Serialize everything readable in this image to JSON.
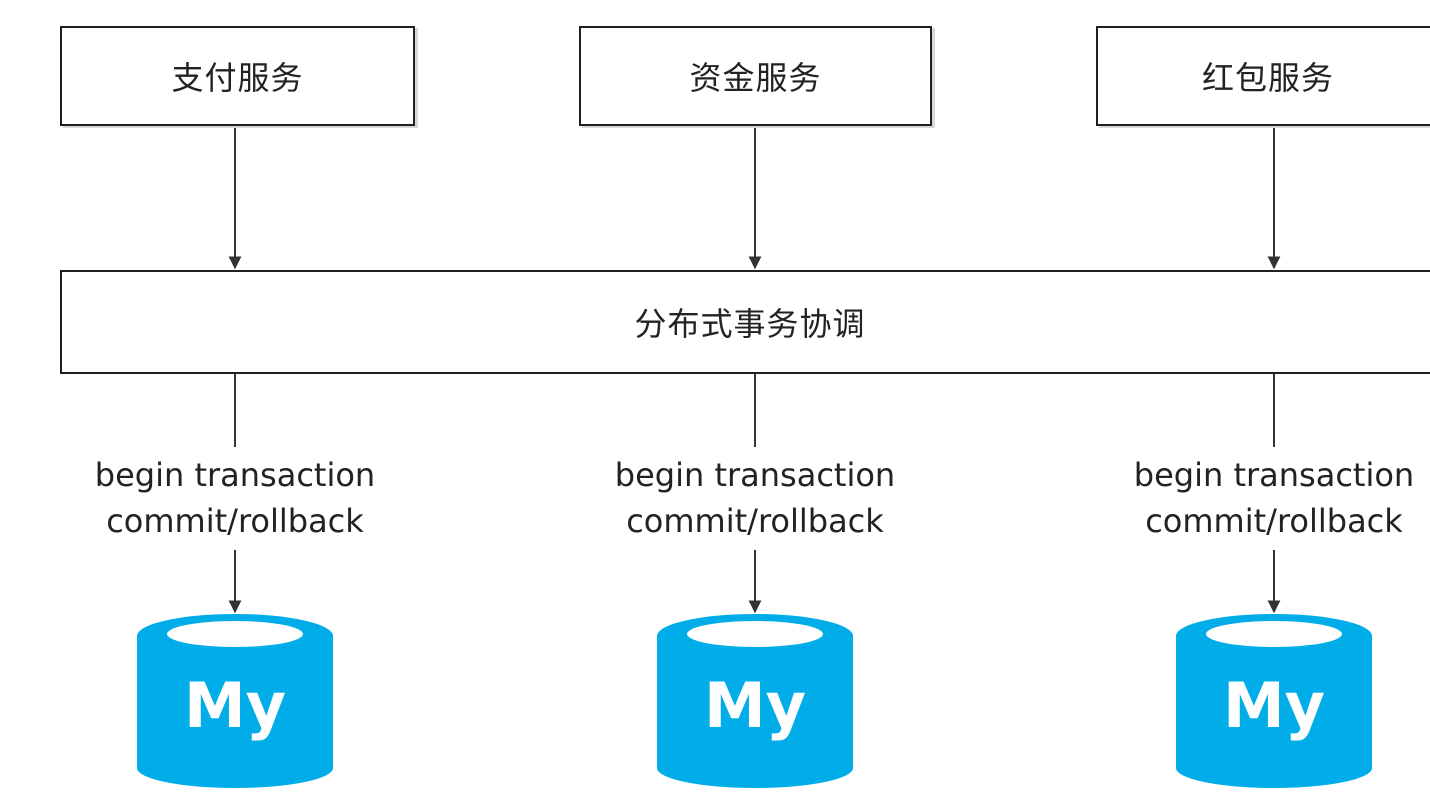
{
  "services": [
    {
      "label": "支付服务"
    },
    {
      "label": "资金服务"
    },
    {
      "label": "红包服务"
    }
  ],
  "coordinator": {
    "label": "分布式事务协调"
  },
  "edge_labels": [
    {
      "line1": "begin transaction",
      "line2": "commit/rollback"
    },
    {
      "line1": "begin transaction",
      "line2": "commit/rollback"
    },
    {
      "line1": "begin transaction",
      "line2": "commit/rollback"
    }
  ],
  "databases": [
    {
      "text": "My",
      "icon": "mysql-database-icon"
    },
    {
      "text": "My",
      "icon": "mysql-database-icon"
    },
    {
      "text": "My",
      "icon": "mysql-database-icon"
    }
  ],
  "colors": {
    "line": "#333333",
    "db_fill": "#00ADE8",
    "db_rim": "#19B9F0",
    "db_text": "#ffffff"
  }
}
